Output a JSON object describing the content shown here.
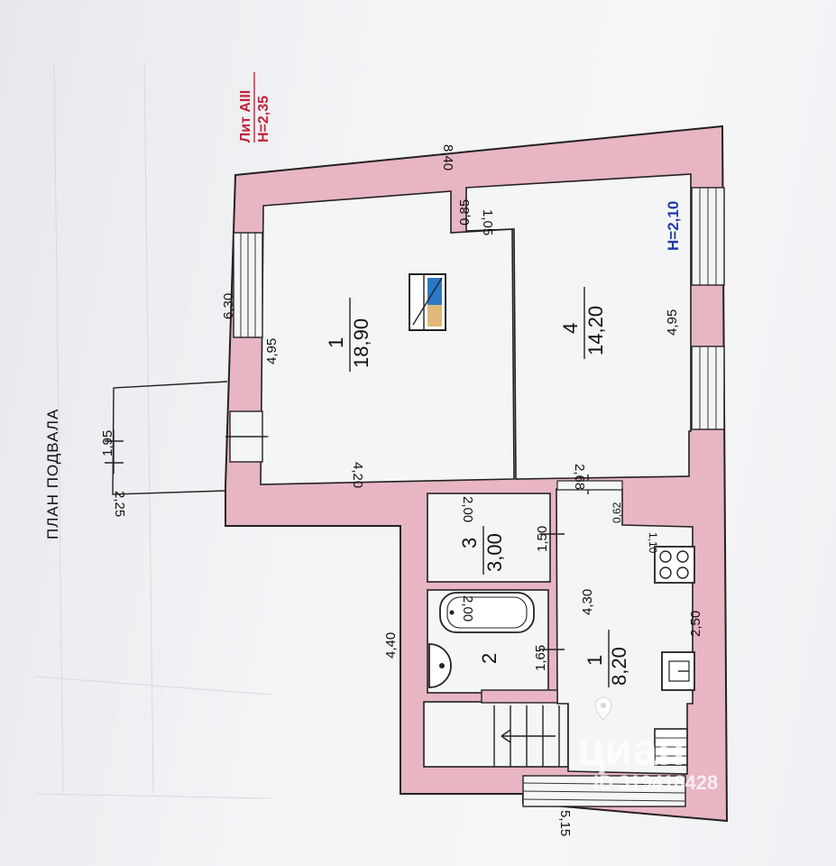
{
  "plan": {
    "title": "ПЛАН ПОДВАЛА",
    "lit_line1": "Лит АIII",
    "lit_line2": "Н=2,35",
    "height_main": "Н=2,10",
    "colors": {
      "wall": "#e8b5c3",
      "lit": "#c8203a",
      "height": "#1f3aa8"
    }
  },
  "rooms": [
    {
      "number": "1",
      "area": "18,90"
    },
    {
      "number": "4",
      "area": "14,20"
    },
    {
      "number": "3",
      "area": "3,00"
    },
    {
      "number": "2",
      "area": ""
    },
    {
      "number": "1",
      "area": "8,20"
    }
  ],
  "dims": {
    "top_total": "8,40",
    "left_upper": "6,30",
    "room1_side": "4,95",
    "room1_bottom": "4,20",
    "notch_a": "0,85",
    "notch_b": "1,05",
    "room4_side": "4,95",
    "room4_bottom": "2,68",
    "step_small": "0,62",
    "stove_w": "1,10",
    "corridor_len": "4,30",
    "kitchen_w": "2,50",
    "wc_top": "2,00",
    "wc_side": "1,50",
    "bath_top": "2,00",
    "bath_side": "1,65",
    "porch_w": "2,25",
    "porch_d": "1,95",
    "left_lower": "4,40",
    "bottom_total": "5,15"
  },
  "watermark": {
    "brand": "циан",
    "id": "ID 319418428"
  },
  "icons": [
    "wall-mirror-icon",
    "stove-icon",
    "sink-icon",
    "bathtub-icon",
    "washbasin-icon",
    "radiator-icon",
    "stair-arrow-icon",
    "location-pin-icon"
  ]
}
